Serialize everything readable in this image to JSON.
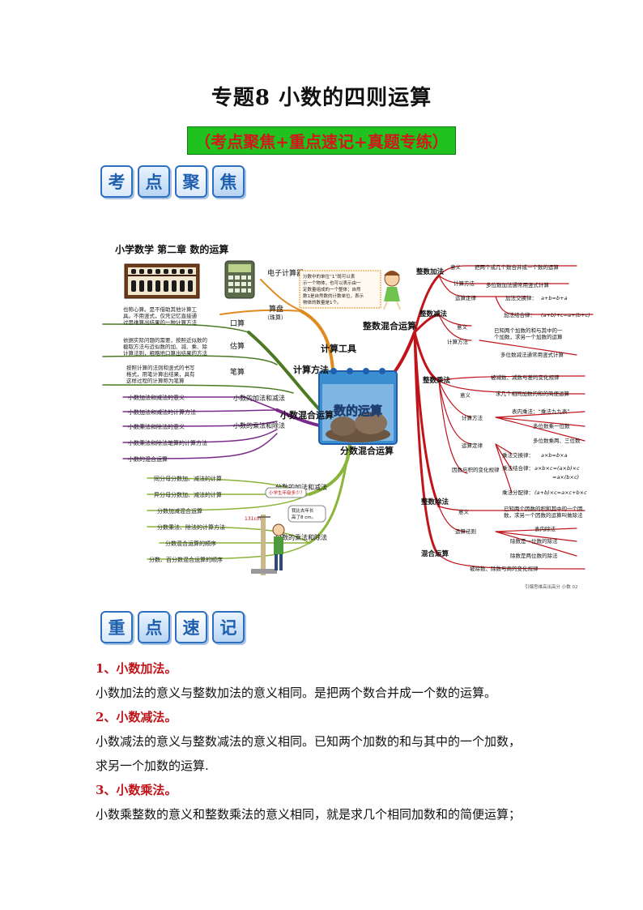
{
  "page": {
    "title": "专题8  小数的四则运算",
    "subtitle": "（考点聚焦+重点速记+真题专练）"
  },
  "section1_badge": [
    "考",
    "点",
    "聚",
    "焦"
  ],
  "section2_badge": [
    "重",
    "点",
    "速",
    "记"
  ],
  "mindmap": {
    "header": "小学数学  第二章  数的运算",
    "center": "数的运算",
    "footer": "引爆思维高出高分 小数 02",
    "branches": {
      "tools": "计算工具",
      "methods": "计算方法",
      "decimal_mixed": "小数混合运算",
      "fraction_mixed": "分数混合运算",
      "integer_mixed": "整数混合运算"
    },
    "left_nodes": {
      "e_calc": "电子计算器",
      "abacus": "算盘",
      "abacus_sub": "（珠算）",
      "mental": "口算",
      "estimate": "估算",
      "written": "笔算",
      "dec_add_sub": "小数的加法和减法",
      "dec_mul_div": "小数的乘法和除法",
      "frac_add_sub": "分数的加法和减法",
      "frac_mul_div": "分数的乘法和除法"
    },
    "left_notes": {
      "mental_note": [
        "也称心算。是不借助其他计算工",
        "具。不用竖式，仅凭记忆直接通",
        "过思维算出结果的一种计算方法"
      ],
      "estimate_note": [
        "依据实际问题的需要，按照近似数的",
        "截取方法与近似数的加、减、乘、除",
        "计算法则，粗略地口算出结果的方法"
      ],
      "written_note": [
        "按照计算的法则和竖式的书写",
        "格式，用笔计算出结果，具有",
        "这样过程的计算称为笔算"
      ],
      "dec_items": [
        "小数加法和减法的意义",
        "小数加法和减法的计算方法",
        "小数乘法和除法的意义",
        "小数乘法和除法笔算的计算方法",
        "小数的混合运算"
      ],
      "frac_items": [
        "同分母分数加、减法的计算",
        "异分母分数加、减法的计算",
        "分数加减混合运算",
        "分数乘法、除法的计算方法",
        "分数混合运算的顺序",
        "分数、百分数混合运算的顺序"
      ]
    },
    "callout": [
      "分数中的单位“1”既可以表",
      "示一个物体，也可以表示由一",
      "定数量组成的一个整体；自然",
      "数1是自然数的计数单位，表示",
      "物体的数量是1个。"
    ],
    "speech1": "小学生年级多少？",
    "speech2": [
      "我比去年长",
      "高了8 cm。"
    ],
    "height_label": "131cm",
    "right_nodes": {
      "int_add": "整数加法",
      "int_sub": "整数减法",
      "int_mul": "整数乘法",
      "int_div": "整数除法",
      "mixed": "混合运算"
    },
    "right_items": {
      "add_meaning_k": "意义",
      "add_meaning_v": "把两个或几个数合并成一个数的运算",
      "add_method_k": "计算方法",
      "add_method_v": "多位数加法通常用竖式计算",
      "add_law_k": "运算定律",
      "add_comm": "加法交换律：",
      "add_comm_f": "a+b=b+a",
      "add_assoc": "加法结合律：",
      "add_assoc_f": "(a+b)+c=a+(b+c)",
      "sub_meaning_k": "意义",
      "sub_meaning_v1": "已知两个加数的和与其中的一",
      "sub_meaning_v2": "个加数，求另一个加数的运算",
      "sub_method_k": "计算方法",
      "sub_method_v": "多位数减法通常用竖式计算",
      "sub_change": "被减数、减数与差的变化规律",
      "mul_meaning_k": "意义",
      "mul_meaning_v": "求几个相同加数的和的简便运算",
      "mul_method_k": "计算方法",
      "mul_table": "表内乘法：“乘法九九表”",
      "mul_one": "多位数乘一位数",
      "mul_two": "多位数乘两、三位数",
      "mul_law_k": "运算定律",
      "mul_comm": "乘法交换律：",
      "mul_comm_f": "a×b=b×a",
      "mul_assoc": "乘法结合律：",
      "mul_assoc_f1": "a×b×c=(a×b)×c",
      "mul_assoc_f2": "=a×(b×c)",
      "mul_dist": "乘法分配律：",
      "mul_dist_f": "(a+b)×c=a×c+b×c",
      "mul_factor": "因数与积的变化规律",
      "div_meaning_k": "意义",
      "div_meaning_v1": "已知两个因数的积和其中的一个因",
      "div_meaning_v2": "数，求另一个因数的运算叫做除法",
      "div_rule_k": "运算法则",
      "div_table": "表内除法",
      "div_one": "除数是一位数的除法",
      "div_two": "除数是两位数的除法",
      "div_change": "被除数、除数与商的变化规律"
    }
  },
  "notes": [
    {
      "heading": "1、小数加法。",
      "lines": [
        "小数加法的意义与整数加法的意义相同。是把两个数合并成一个数的运算。"
      ]
    },
    {
      "heading": "2、小数减法。",
      "lines": [
        "小数减法的意义与整数减法的意义相同。已知两个加数的和与其中的一个加数，",
        "求另一个加数的运算."
      ]
    },
    {
      "heading": "3、小数乘法。",
      "lines": [
        "小数乘整数的意义和整数乘法的意义相同，就是求几个相同加数和的简便运算；"
      ]
    }
  ],
  "colors": {
    "red": "#c0141a",
    "green": "#1fc21f",
    "blue": "#1e5fb0"
  }
}
